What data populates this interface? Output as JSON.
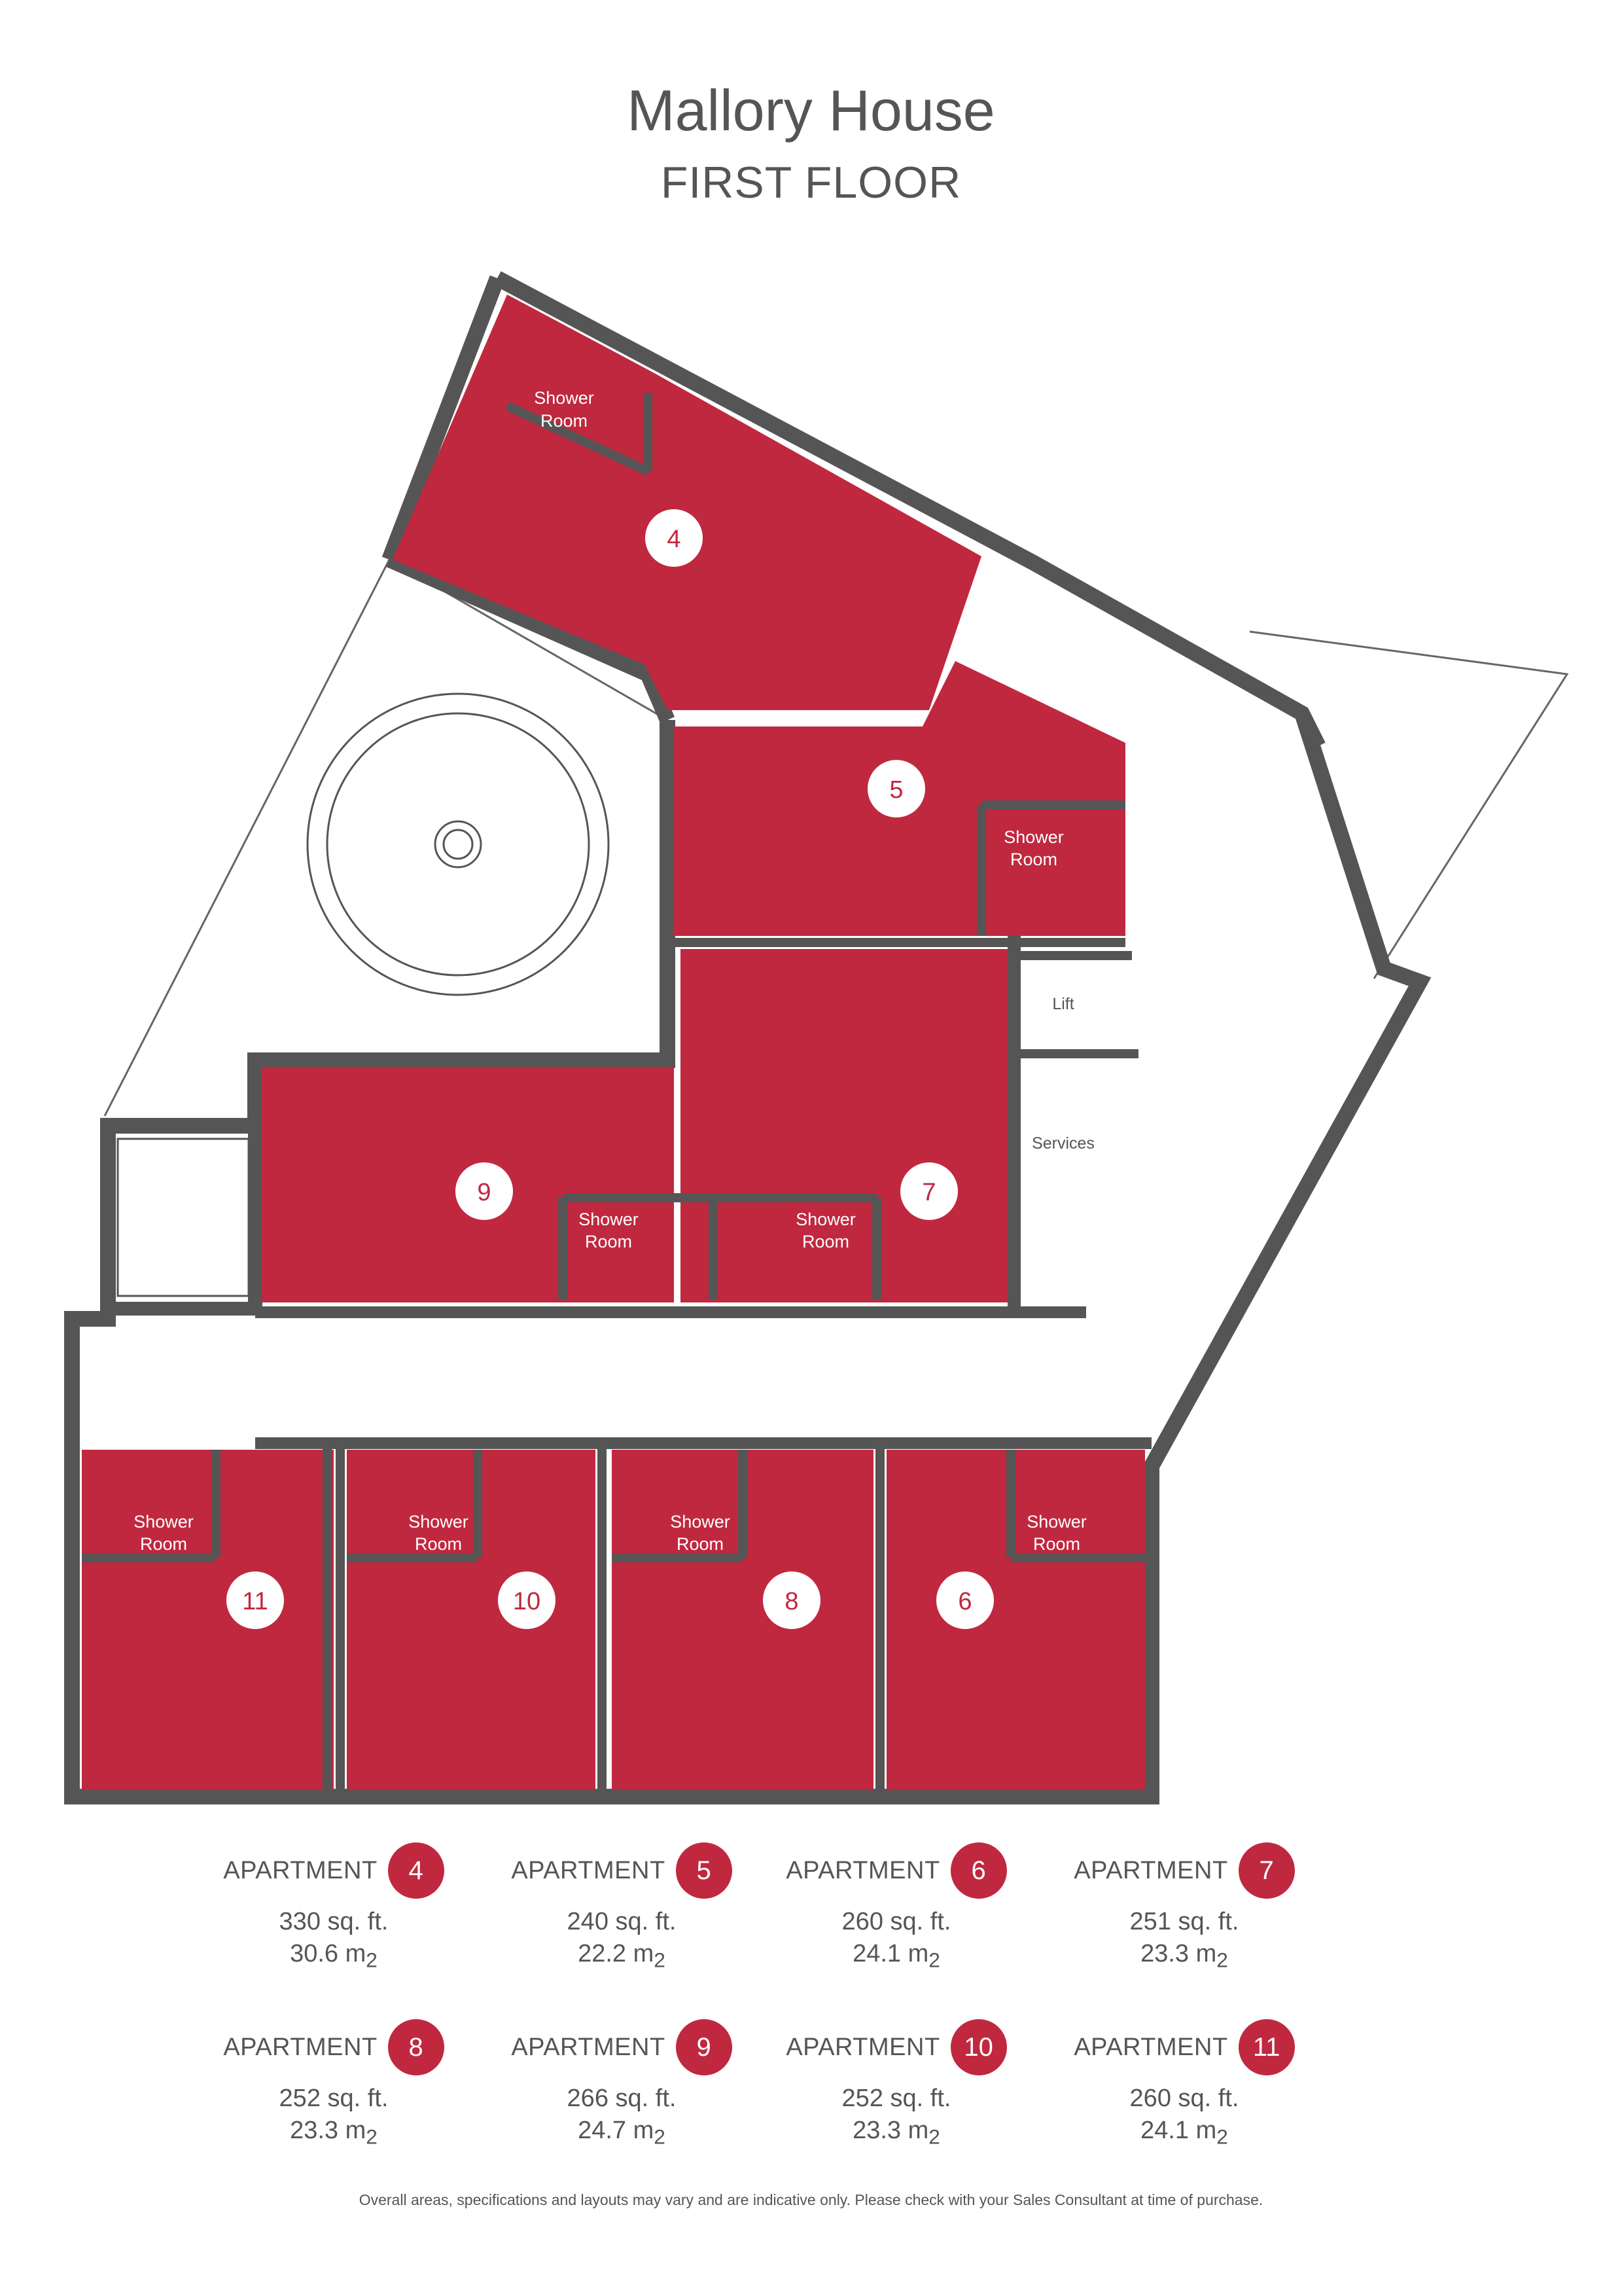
{
  "header": {
    "title": "Mallory House",
    "subtitle": "FIRST FLOOR"
  },
  "rooms": {
    "shower_line1": "Shower",
    "shower_line2": "Room",
    "lift": "Lift",
    "services": "Services"
  },
  "apartments": [
    {
      "number": "4",
      "label": "APARTMENT",
      "sqft": "330 sq. ft.",
      "m2_value": "30.6 m",
      "m2_unit": "2"
    },
    {
      "number": "5",
      "label": "APARTMENT",
      "sqft": "240 sq. ft.",
      "m2_value": "22.2 m",
      "m2_unit": "2"
    },
    {
      "number": "6",
      "label": "APARTMENT",
      "sqft": "260 sq. ft.",
      "m2_value": "24.1 m",
      "m2_unit": "2"
    },
    {
      "number": "7",
      "label": "APARTMENT",
      "sqft": "251 sq. ft.",
      "m2_value": "23.3 m",
      "m2_unit": "2"
    },
    {
      "number": "8",
      "label": "APARTMENT",
      "sqft": "252 sq. ft.",
      "m2_value": "23.3 m",
      "m2_unit": "2"
    },
    {
      "number": "9",
      "label": "APARTMENT",
      "sqft": "266 sq. ft.",
      "m2_value": "24.7 m",
      "m2_unit": "2"
    },
    {
      "number": "10",
      "label": "APARTMENT",
      "sqft": "252 sq. ft.",
      "m2_value": "23.3 m",
      "m2_unit": "2"
    },
    {
      "number": "11",
      "label": "APARTMENT",
      "sqft": "260 sq. ft.",
      "m2_value": "24.1 m",
      "m2_unit": "2"
    }
  ],
  "disclaimer": "Overall areas, specifications and layouts may vary and are indicative only. Please check with your Sales Consultant at time of purchase.",
  "colors": {
    "apartment_fill": "#c0283f",
    "wall": "#555555",
    "text": "#555555"
  }
}
